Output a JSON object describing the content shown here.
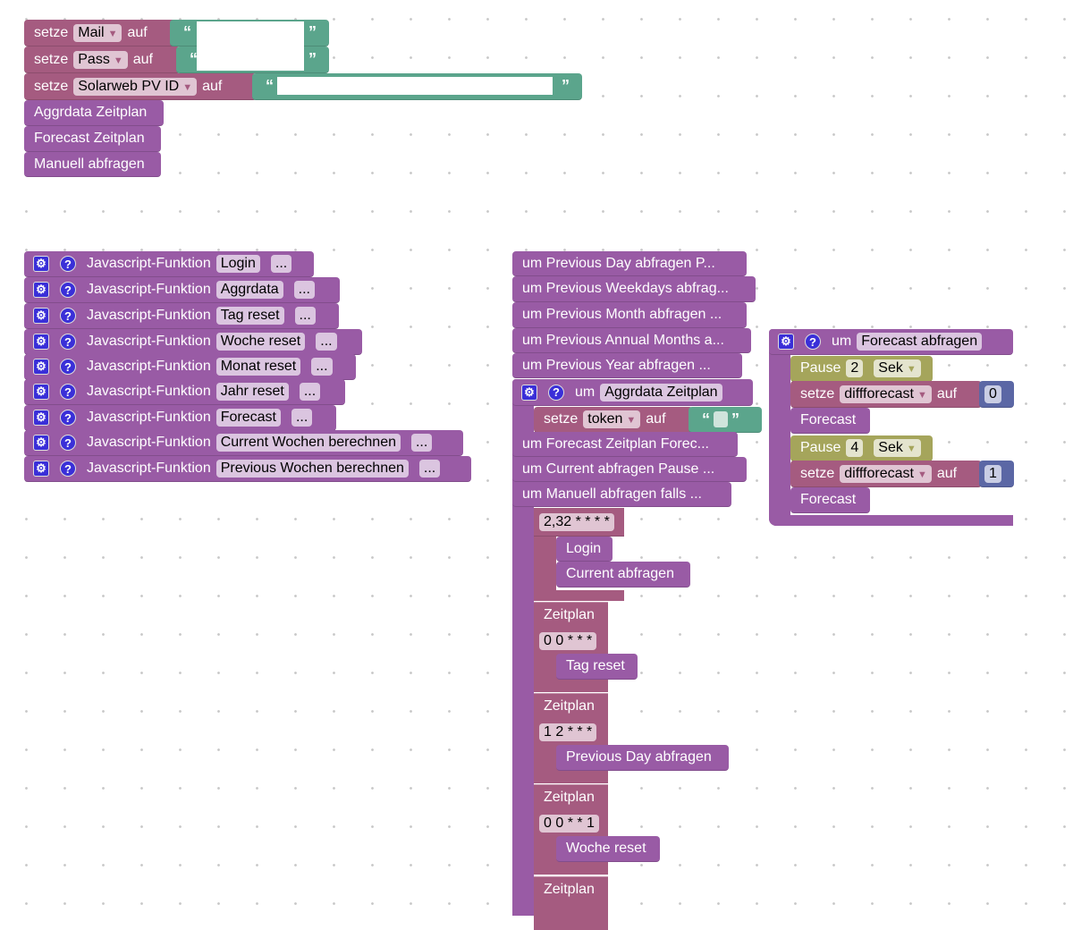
{
  "top_stack": {
    "set_label": "setze",
    "to_label": "auf",
    "vars": [
      "Mail",
      "Pass",
      "Solarweb PV ID"
    ],
    "text_values": [
      "",
      "",
      ""
    ],
    "calls": [
      "Aggrdata Zeitplan",
      "Forecast Zeitplan",
      "Manuell abfragen"
    ]
  },
  "js_functions": {
    "label": "Javascript-Funktion",
    "more": "...",
    "names": [
      "Login",
      "Aggrdata",
      "Tag reset",
      "Woche reset",
      "Monat reset",
      "Jahr reset",
      "Forecast",
      "Current Wochen berechnen",
      "Previous Wochen berechnen"
    ]
  },
  "collapsed": [
    "um Previous Day abfragen  P...",
    "um Previous Weekdays abfrag...",
    "um Previous Month abfragen ...",
    "um Previous Annual Months a...",
    "um Previous Year abfragen  ...",
    "um Forecast Zeitplan  Forec...",
    "um Current abfragen  Pause ...",
    "um Manuell abfragen  falls ..."
  ],
  "aggr_proc": {
    "um": "um",
    "name": "Aggrdata Zeitplan",
    "set_label": "setze",
    "var": "token",
    "to_label": "auf",
    "text_value": "",
    "schedule_label": "Zeitplan",
    "schedules": [
      {
        "cron": "2,32 * * * *",
        "calls": [
          "Login",
          "Current abfragen"
        ]
      },
      {
        "cron": "0 0 * * *",
        "calls": [
          "Tag reset"
        ]
      },
      {
        "cron": "1 2 * * *",
        "calls": [
          "Previous Day abfragen"
        ]
      },
      {
        "cron": "0 0 * * 1",
        "calls": [
          "Woche reset"
        ]
      }
    ]
  },
  "forecast_proc": {
    "um": "um",
    "name": "Forecast abfragen",
    "pause_label": "Pause",
    "unit": "Sek",
    "set_label": "setze",
    "var": "diffforecast",
    "to_label": "auf",
    "call": "Forecast",
    "pauses": [
      "2",
      "4"
    ],
    "values": [
      "0",
      "1"
    ]
  },
  "colors": {
    "variable": "#a55b80",
    "procedure": "#995ba5",
    "text": "#5ba58c",
    "math": "#5b67a5",
    "timeouts": "#a5a55b"
  }
}
